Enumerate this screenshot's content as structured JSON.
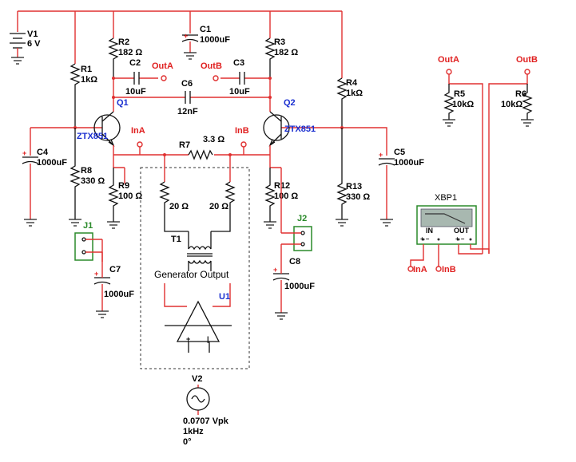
{
  "components": {
    "V1": {
      "ref": "V1",
      "value": "6 V"
    },
    "R1": {
      "ref": "R1",
      "value": "1kΩ"
    },
    "R2": {
      "ref": "R2",
      "value": "182 Ω"
    },
    "R3": {
      "ref": "R3",
      "value": "182 Ω"
    },
    "R4": {
      "ref": "R4",
      "value": "1kΩ"
    },
    "R5": {
      "ref": "R5",
      "value": "10kΩ"
    },
    "R6": {
      "ref": "R6",
      "value": "10kΩ"
    },
    "R7": {
      "ref": "R7",
      "value": "3.3 Ω"
    },
    "R8": {
      "ref": "R8",
      "value": "330 Ω"
    },
    "R9": {
      "ref": "R9",
      "value": "100 Ω"
    },
    "R12": {
      "ref": "R12",
      "value": "100 Ω"
    },
    "R13": {
      "ref": "R13",
      "value": "330 Ω"
    },
    "R20a": {
      "value": "20 Ω"
    },
    "R20b": {
      "value": "20 Ω"
    },
    "C1": {
      "ref": "C1",
      "value": "1000uF"
    },
    "C2": {
      "ref": "C2",
      "value": "10uF"
    },
    "C3": {
      "ref": "C3",
      "value": "10uF"
    },
    "C4": {
      "ref": "C4",
      "value": "1000uF"
    },
    "C5": {
      "ref": "C5",
      "value": "1000uF"
    },
    "C6": {
      "ref": "C6",
      "value": "12nF"
    },
    "C7": {
      "ref": "C7",
      "value": "1000uF"
    },
    "C8": {
      "ref": "C8",
      "value": "1000uF"
    },
    "Q1": {
      "ref": "Q1",
      "part": "ZTX851"
    },
    "Q2": {
      "ref": "Q2",
      "part": "ZTX851"
    },
    "T1": {
      "ref": "T1"
    },
    "U1": {
      "ref": "U1"
    },
    "J1": {
      "ref": "J1"
    },
    "J2": {
      "ref": "J2"
    },
    "XBP1": {
      "ref": "XBP1",
      "in": "IN",
      "out": "OUT"
    },
    "V2": {
      "ref": "V2",
      "amp": "0.0707 Vpk",
      "freq": "1kHz",
      "phase": "0°"
    }
  },
  "nets": {
    "outA": "OutA",
    "outB": "OutB",
    "inA": "InA",
    "inB": "InB"
  },
  "labels": {
    "generator": "Generator Output"
  }
}
